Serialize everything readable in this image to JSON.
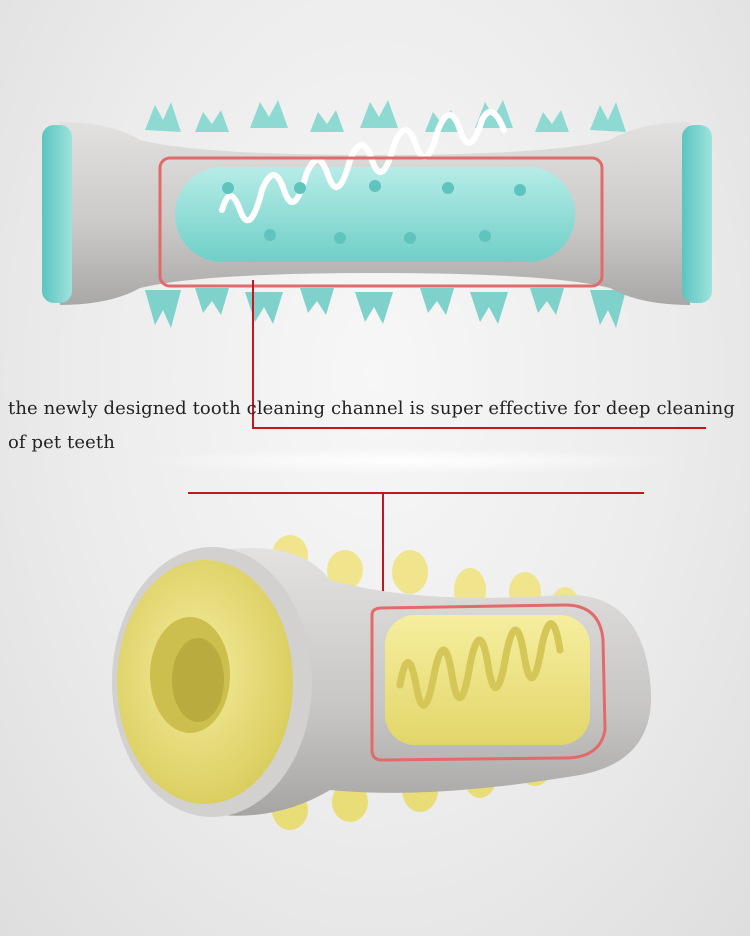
{
  "caption": {
    "text": "the newly designed tooth cleaning channel is super effective for deep cleaning of pet teeth"
  },
  "colors": {
    "accent_line": "#c5161d",
    "highlight_outline": "#e26a6a",
    "toy_gray": "#c9c8c6",
    "top_toy_accent": "#8fd9d3",
    "bottom_toy_accent": "#efe48a"
  },
  "images": {
    "top": "pet-chew-toy-teal",
    "bottom": "pet-chew-toy-yellow"
  }
}
